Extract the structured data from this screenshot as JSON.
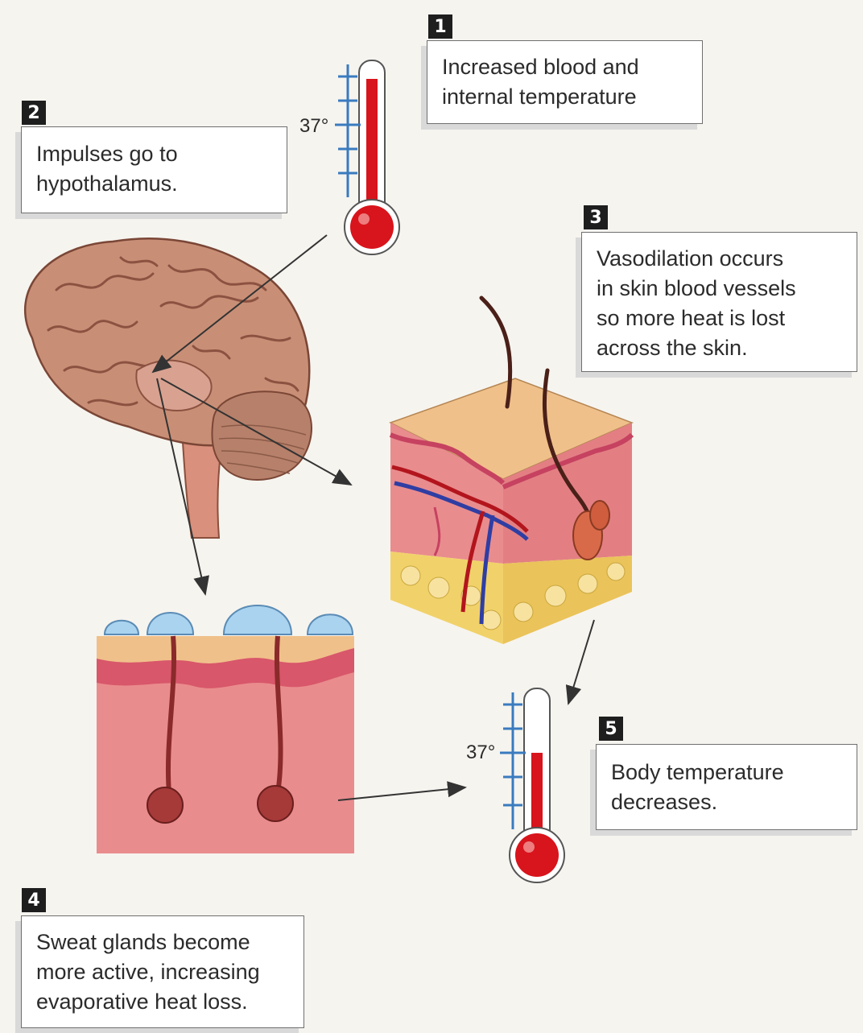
{
  "steps": [
    {
      "num": "1",
      "lines": [
        "Increased blood and",
        "internal temperature"
      ]
    },
    {
      "num": "2",
      "lines": [
        "Impulses go to",
        "hypothalamus."
      ]
    },
    {
      "num": "3",
      "lines": [
        "Vasodilation occurs",
        "in skin blood vessels",
        "so more heat is lost",
        "across the skin."
      ]
    },
    {
      "num": "4",
      "lines": [
        "Sweat glands become",
        "more active, increasing",
        "evaporative heat loss."
      ]
    },
    {
      "num": "5",
      "lines": [
        "Body temperature",
        "decreases."
      ]
    }
  ],
  "thermometers": [
    {
      "label": "37°",
      "level": "high"
    },
    {
      "label": "37°",
      "level": "lowered"
    }
  ],
  "colors": {
    "mercury": "#d8141c",
    "brain": "#c98f76",
    "skin_surface": "#f0c08a",
    "dermis": "#e98c8e",
    "fat": "#f1d26a",
    "sweat_drop": "#a9d3ef",
    "artery": "#b3151d",
    "vein": "#2f3ea3"
  }
}
